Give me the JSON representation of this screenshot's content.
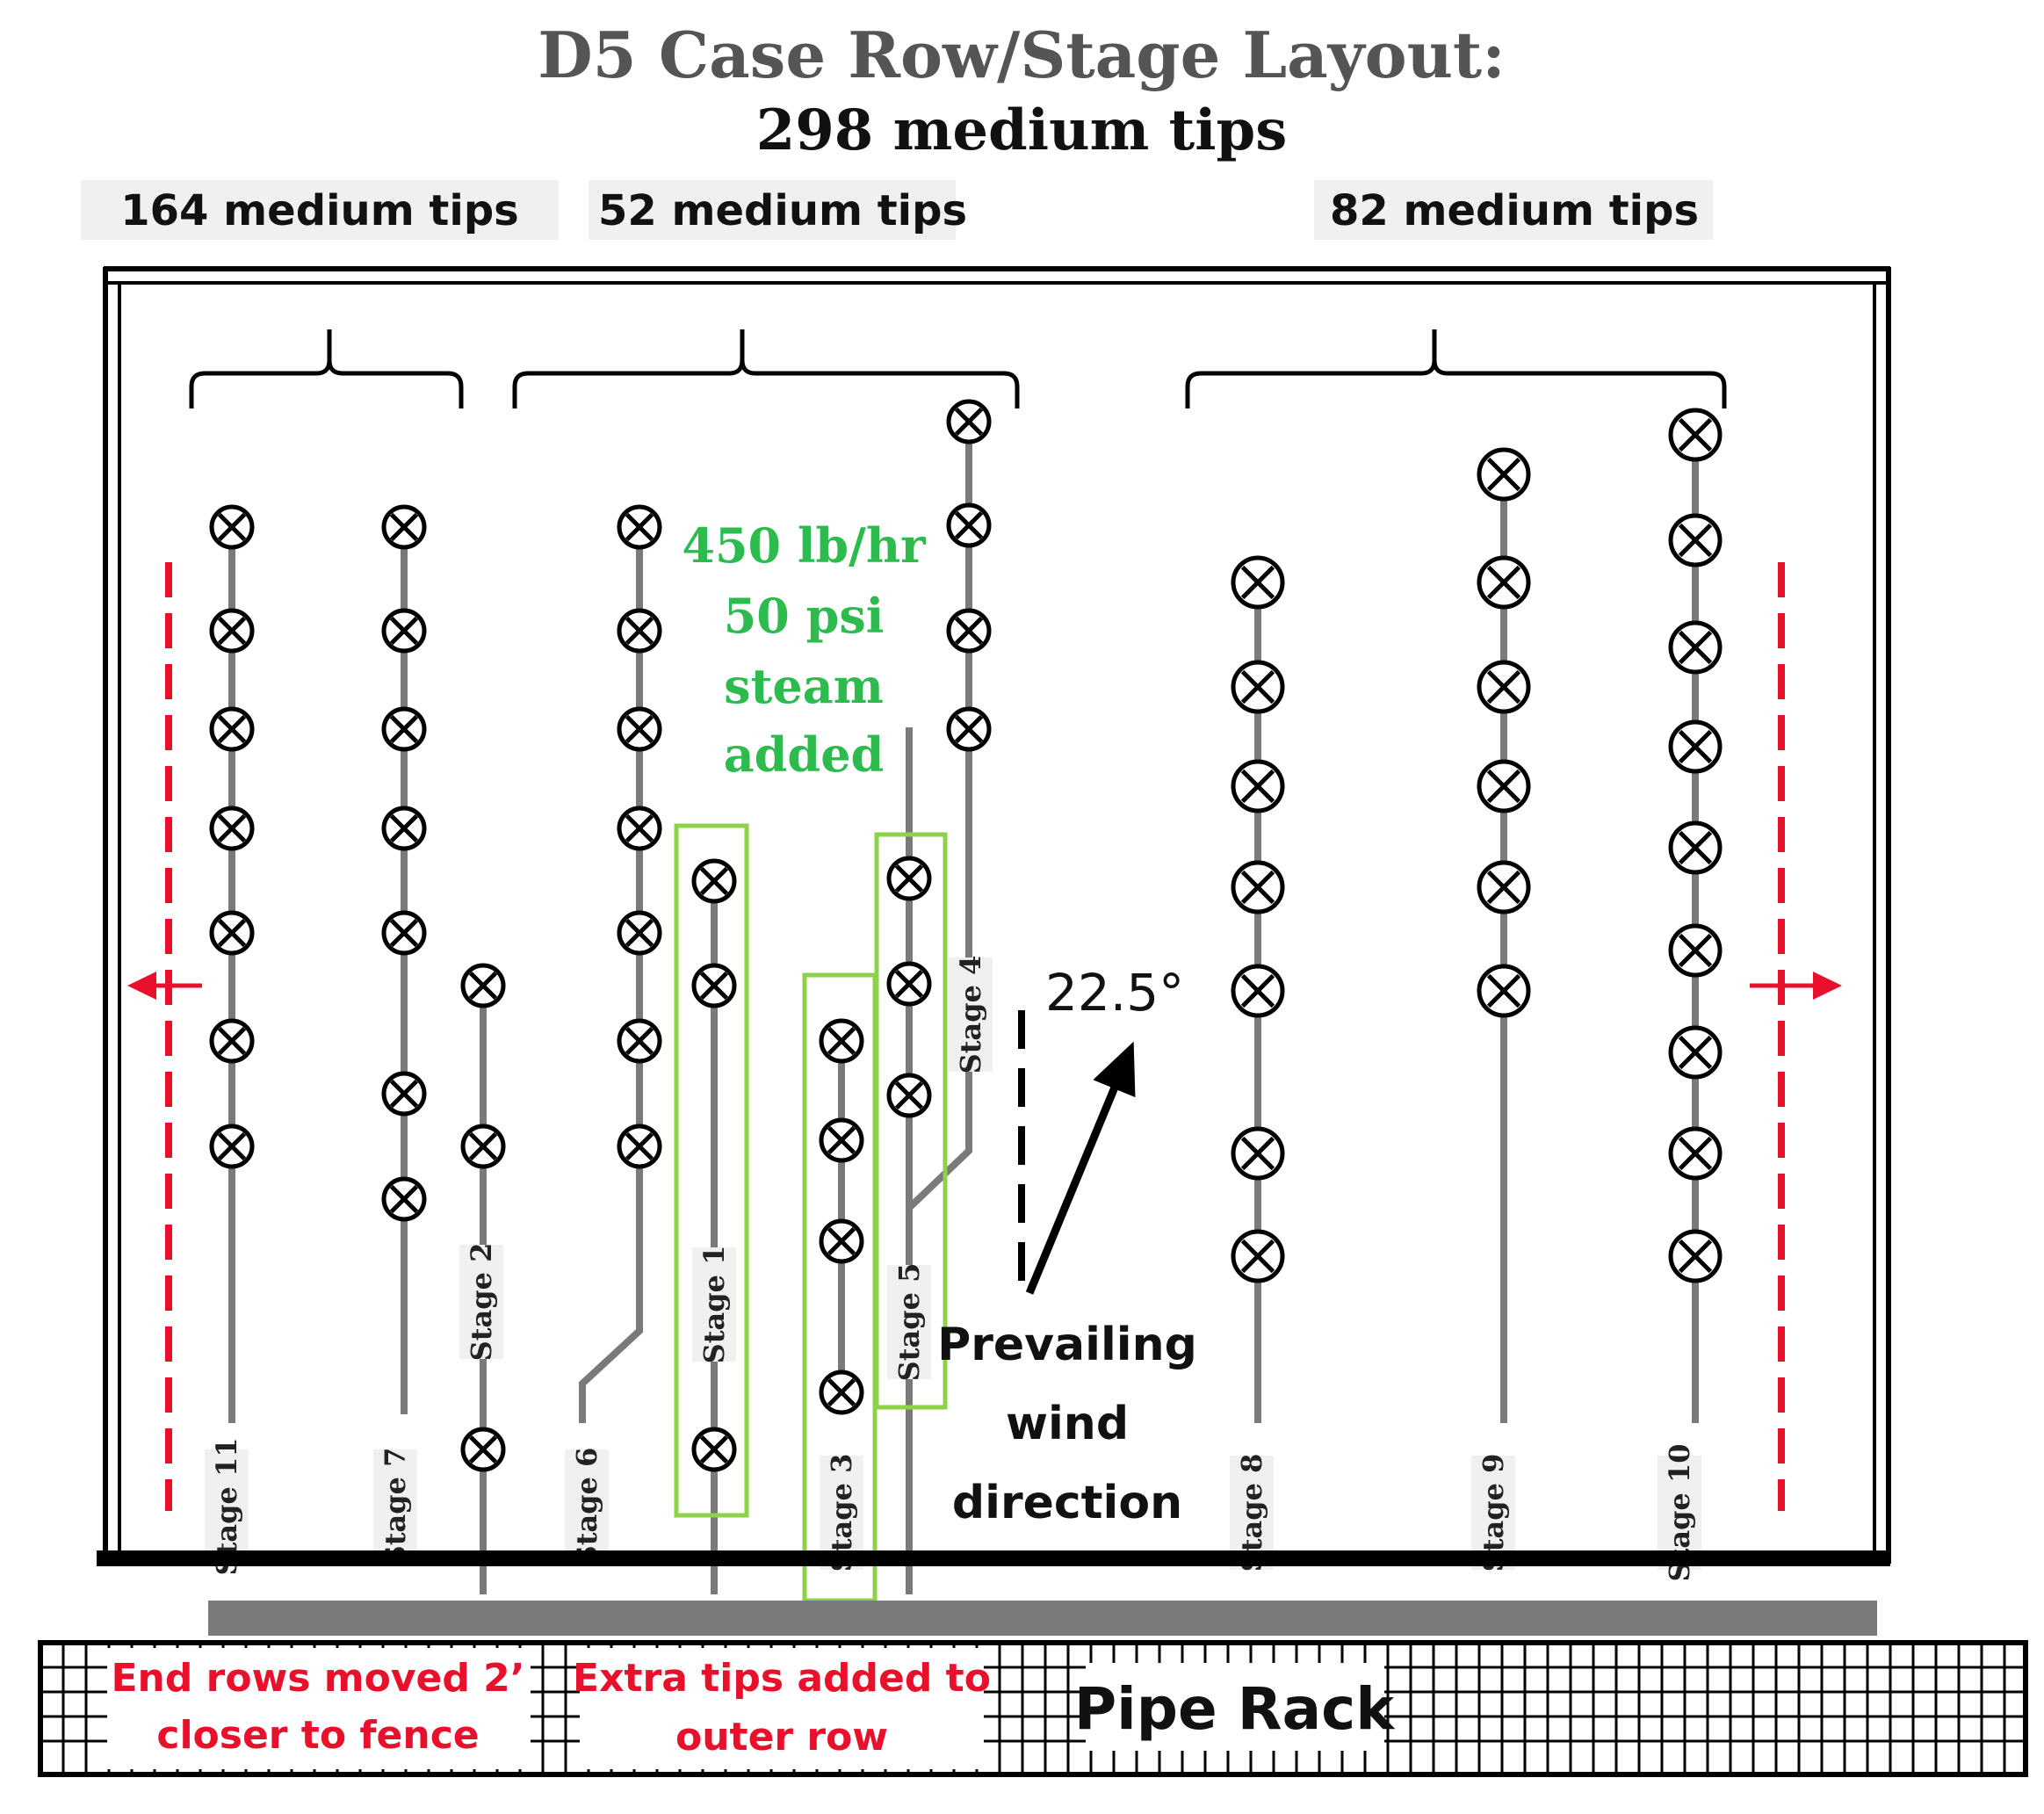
{
  "title": "D5 Case Row/Stage Layout:",
  "subtitle": "298 medium tips",
  "groups": [
    {
      "label": "164 medium tips"
    },
    {
      "label": "52 medium tips"
    },
    {
      "label": "82 medium tips"
    }
  ],
  "stages": [
    {
      "label": "Stage 11",
      "tips": 7
    },
    {
      "label": "Stage 7",
      "tips": 7
    },
    {
      "label": "Stage 2",
      "tips": 3
    },
    {
      "label": "Stage 6",
      "tips": 7
    },
    {
      "label": "Stage 1",
      "tips": 3
    },
    {
      "label": "Stage 3",
      "tips": 4
    },
    {
      "label": "Stage 5",
      "tips": 3
    },
    {
      "label": "Stage 4",
      "tips": 4
    },
    {
      "label": "Stage 8",
      "tips": 7
    },
    {
      "label": "Stage 9",
      "tips": 6
    },
    {
      "label": "Stage 10",
      "tips": 9
    }
  ],
  "steam_note": [
    "450 lb/hr",
    "50 psi",
    "steam",
    "added"
  ],
  "wind": {
    "angle_label": "22.5°",
    "label_lines": [
      "Prevailing",
      "wind",
      "direction"
    ],
    "angle_deg": 22.5
  },
  "notes": {
    "end_rows": [
      "End rows moved 2’",
      "closer to fence"
    ],
    "extra_tips": [
      "Extra tips added to",
      "outer row"
    ]
  },
  "pipe_rack_label": "Pipe Rack",
  "colors": {
    "steam_note": "#2dbb4e",
    "highlight_box": "#8ed24b",
    "red": "#e8102a",
    "pipe": "#7a7a7a",
    "fence": "#000000"
  }
}
